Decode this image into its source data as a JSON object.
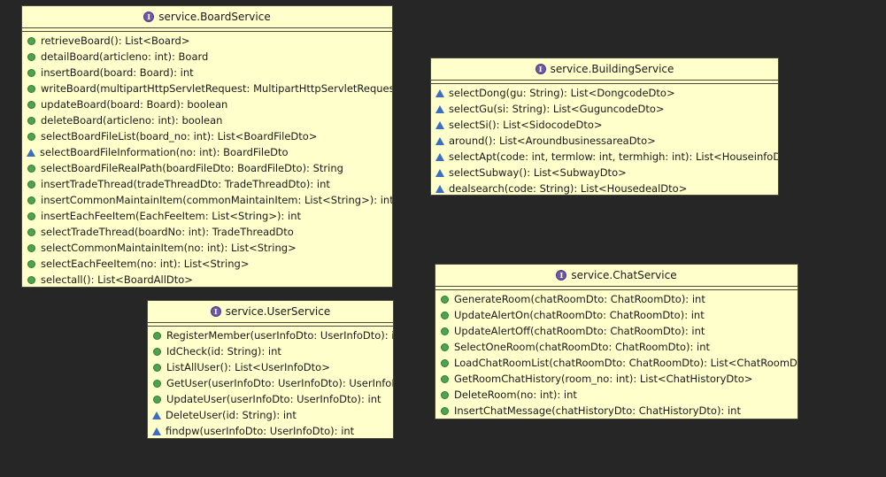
{
  "diagram": {
    "boxes": [
      {
        "id": "board",
        "icon": "interface-icon",
        "title": "service.BoardService",
        "methods": [
          {
            "vis": "public",
            "text": "retrieveBoard(): List<Board>"
          },
          {
            "vis": "public",
            "text": "detailBoard(articleno: int): Board"
          },
          {
            "vis": "public",
            "text": "insertBoard(board: Board): int"
          },
          {
            "vis": "public",
            "text": "writeBoard(multipartHttpServletRequest: MultipartHttpServletRequest): int"
          },
          {
            "vis": "public",
            "text": "updateBoard(board: Board): boolean"
          },
          {
            "vis": "public",
            "text": "deleteBoard(articleno: int): boolean"
          },
          {
            "vis": "public",
            "text": "selectBoardFileList(board_no: int): List<BoardFileDto>"
          },
          {
            "vis": "package",
            "text": "selectBoardFileInformation(no: int): BoardFileDto"
          },
          {
            "vis": "public",
            "text": "selectBoardFileRealPath(boardFileDto: BoardFileDto): String"
          },
          {
            "vis": "public",
            "text": "insertTradeThread(tradeThreadDto: TradeThreadDto): int"
          },
          {
            "vis": "public",
            "text": "insertCommonMaintainItem(commonMaintainItem: List<String>): int"
          },
          {
            "vis": "public",
            "text": "insertEachFeeItem(EachFeeItem: List<String>): int"
          },
          {
            "vis": "public",
            "text": "selectTradeThread(boardNo: int): TradeThreadDto"
          },
          {
            "vis": "public",
            "text": "selectCommonMaintainItem(no: int): List<String>"
          },
          {
            "vis": "public",
            "text": "selectEachFeeItem(no: int): List<String>"
          },
          {
            "vis": "public",
            "text": "selectall(): List<BoardAllDto>"
          }
        ]
      },
      {
        "id": "building",
        "icon": "interface-icon",
        "title": "service.BuildingService",
        "methods": [
          {
            "vis": "package",
            "text": "selectDong(gu: String): List<DongcodeDto>"
          },
          {
            "vis": "package",
            "text": "selectGu(si: String): List<GuguncodeDto>"
          },
          {
            "vis": "package",
            "text": "selectSi(): List<SidocodeDto>"
          },
          {
            "vis": "package",
            "text": "around(): List<AroundbusinessareaDto>"
          },
          {
            "vis": "package",
            "text": "selectApt(code: int, termlow: int, termhigh: int): List<HouseinfoDto>"
          },
          {
            "vis": "package",
            "text": "selectSubway(): List<SubwayDto>"
          },
          {
            "vis": "package",
            "text": "dealsearch(code: String): List<HousedealDto>"
          }
        ]
      },
      {
        "id": "user",
        "icon": "interface-icon",
        "title": "service.UserService",
        "methods": [
          {
            "vis": "public",
            "text": "RegisterMember(userInfoDto: UserInfoDto): int"
          },
          {
            "vis": "public",
            "text": "IdCheck(id: String): int"
          },
          {
            "vis": "public",
            "text": "ListAllUser(): List<UserInfoDto>"
          },
          {
            "vis": "public",
            "text": "GetUser(userInfoDto: UserInfoDto): UserInfoDto"
          },
          {
            "vis": "public",
            "text": "UpdateUser(userInfoDto: UserInfoDto): int"
          },
          {
            "vis": "package",
            "text": "DeleteUser(id: String): int"
          },
          {
            "vis": "package",
            "text": "findpw(userInfoDto: UserInfoDto): int"
          }
        ]
      },
      {
        "id": "chat",
        "icon": "interface-icon",
        "title": "service.ChatService",
        "methods": [
          {
            "vis": "public",
            "text": "GenerateRoom(chatRoomDto: ChatRoomDto): int"
          },
          {
            "vis": "public",
            "text": "UpdateAlertOn(chatRoomDto: ChatRoomDto): int"
          },
          {
            "vis": "public",
            "text": "UpdateAlertOff(chatRoomDto: ChatRoomDto): int"
          },
          {
            "vis": "public",
            "text": "SelectOneRoom(chatRoomDto: ChatRoomDto): int"
          },
          {
            "vis": "public",
            "text": "LoadChatRoomList(chatRoomDto: ChatRoomDto): List<ChatRoomDto>"
          },
          {
            "vis": "public",
            "text": "GetRoomChatHistory(room_no: int): List<ChatHistoryDto>"
          },
          {
            "vis": "public",
            "text": "DeleteRoom(no: int): int"
          },
          {
            "vis": "public",
            "text": "InsertChatMessage(chatHistoryDto: ChatHistoryDto): int"
          }
        ]
      }
    ]
  }
}
